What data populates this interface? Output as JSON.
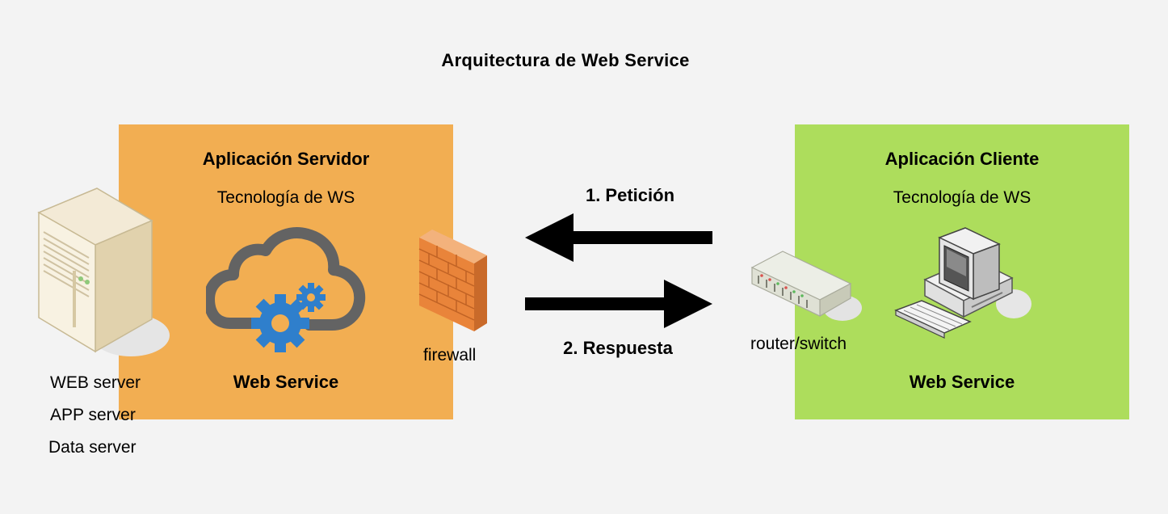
{
  "title": "Arquitectura de Web Service",
  "server_panel": {
    "title": "Aplicación Servidor",
    "subtitle": "Tecnología de WS",
    "footer": "Web Service"
  },
  "client_panel": {
    "title": "Aplicación Cliente",
    "subtitle": "Tecnología de WS",
    "footer": "Web Service"
  },
  "server_labels": [
    "WEB server",
    "APP server",
    "Data server"
  ],
  "firewall_label": "firewall",
  "router_label": "router/switch",
  "request_label": "1. Petición",
  "response_label": "2. Respuesta",
  "colors": {
    "server_panel": "#f2ae52",
    "client_panel": "#addd5c",
    "gear": "#2f7fcc",
    "cloud": "#636363",
    "firewall": "#e9843a"
  },
  "icons": [
    "server-tower-icon",
    "cloud-gear-icon",
    "firewall-icon",
    "router-switch-icon",
    "desktop-computer-icon"
  ]
}
